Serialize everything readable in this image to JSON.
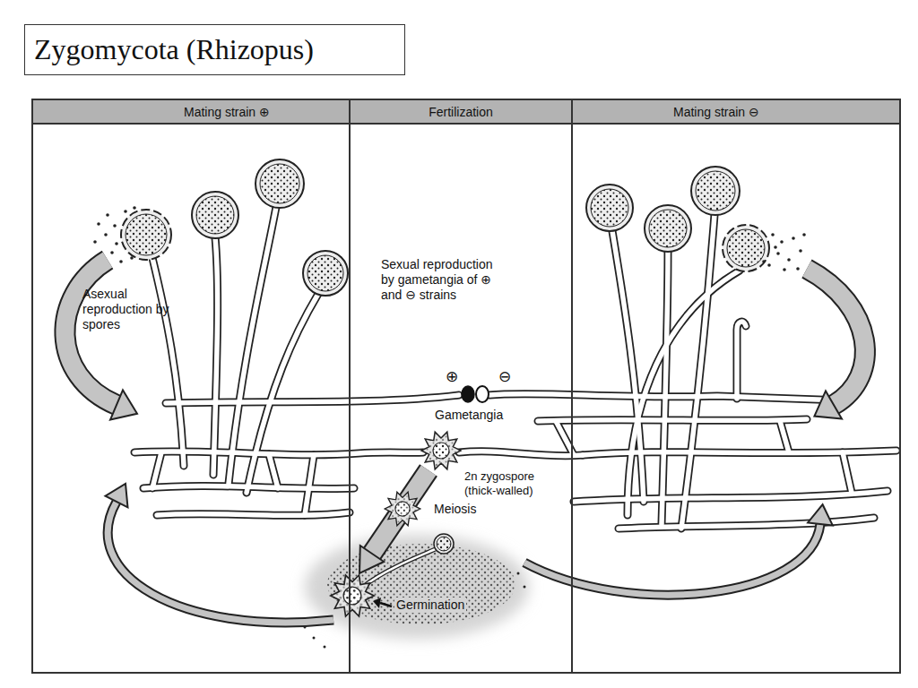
{
  "diagram": {
    "title": "Zygomycota (Rhizopus)",
    "nodes": [
      {
        "text": [
          "Mating strain ⊕"
        ]
      },
      {
        "text": [
          "Fertilization"
        ]
      },
      {
        "text": [
          "Mating strain ⊖"
        ]
      }
    ],
    "labels": [
      "Asexual reproduction by spores",
      "Sexual reproduction by gametangia of ⊕ and ⊖ strains",
      "⊕",
      "⊖",
      "Gametangia",
      "2n zygospore (thick-walled)",
      "Meiosis",
      "Germination"
    ]
  }
}
